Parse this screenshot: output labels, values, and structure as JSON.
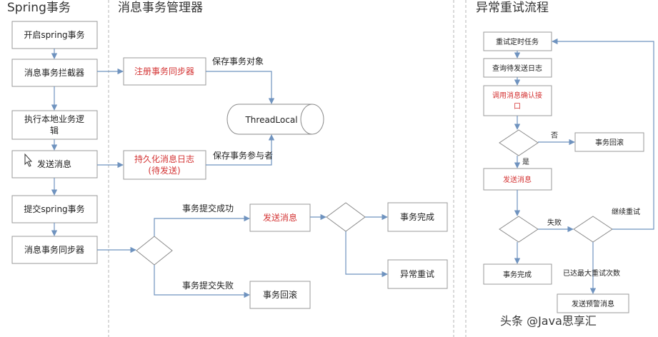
{
  "colors": {
    "accent_red": "#d43535",
    "edge_blue": "#6f93bf"
  },
  "lanes": {
    "spring": {
      "title": "Spring事务"
    },
    "manager": {
      "title": "消息事务管理器"
    },
    "retry": {
      "title": "异常重试流程"
    }
  },
  "spring_nodes": {
    "start": "开启spring事务",
    "interceptor": "消息事务拦截器",
    "execute_line1": "执行本地业务逻",
    "execute_line2": "辑",
    "send": "发送消息",
    "commit": "提交spring事务",
    "sync": "消息事务同步器"
  },
  "manager_nodes": {
    "register": "注册事务同步器",
    "persist_line1": "持久化消息日志",
    "persist_line2": "(待发送)",
    "threadlocal": "ThreadLocal",
    "send": "发送消息",
    "done": "事务完成",
    "retry": "异常重试",
    "rollback": "事务回滚"
  },
  "manager_labels": {
    "save_tx": "保存事务对象",
    "save_participant": "保存事务参与者",
    "commit_ok": "事务提交成功",
    "commit_fail": "事务提交失败"
  },
  "retry_nodes": {
    "timer": "重试定时任务",
    "query": "查询待发送日志",
    "call_line1": "调用消息确认接",
    "call_line2": "口",
    "rollback": "事务回滚",
    "send": "发送消息",
    "done": "事务完成",
    "alert": "发送预警消息"
  },
  "retry_labels": {
    "no": "否",
    "yes": "是",
    "fail": "失败",
    "continue": "继续重试",
    "max": "已达最大重试次数"
  },
  "watermark": "头条 @Java思享汇"
}
